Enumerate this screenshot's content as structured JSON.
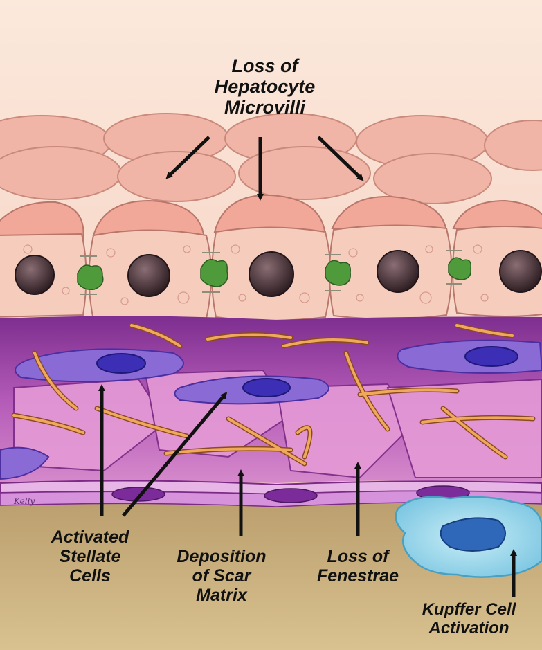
{
  "labels": {
    "microvilli": [
      "Loss of",
      "Hepatocyte",
      "Microvilli"
    ],
    "stellate": [
      "Activated",
      "Stellate",
      "Cells"
    ],
    "scar": [
      "Deposition",
      "of Scar",
      "Matrix"
    ],
    "fenestrae": [
      "Loss of",
      "Fenestrae"
    ],
    "kupffer": [
      "Kupffer Cell",
      "Activation"
    ]
  },
  "signature": "Kelly",
  "colors": {
    "hepatocyte": "#f4b3a8",
    "nucleus": "#4a3438",
    "space_of_disse": "#9a3fa8",
    "collagen": "#e89a4a",
    "stellate_cell": "#6f4bc7",
    "kupffer_cell": "#9fd8ea",
    "sinusoid": "#c7ad79"
  }
}
